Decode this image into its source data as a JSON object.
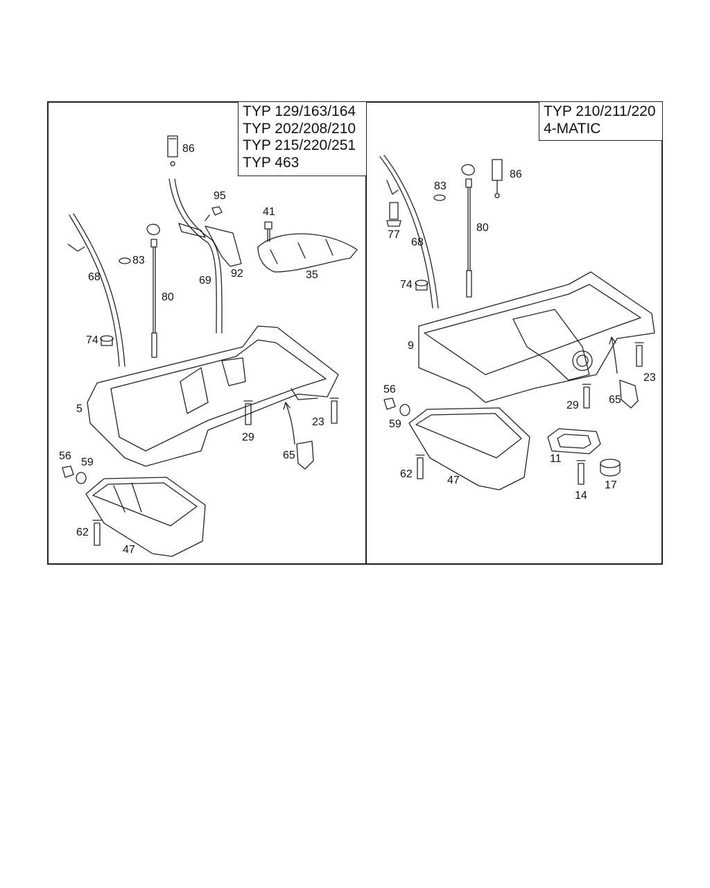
{
  "left_panel": {
    "typ_lines": [
      "TYP 129/163/164",
      "TYP 202/208/210",
      "TYP 215/220/251",
      "TYP 463"
    ],
    "callouts": [
      "86",
      "95",
      "41",
      "83",
      "68",
      "80",
      "69",
      "92",
      "35",
      "74",
      "5",
      "29",
      "23",
      "65",
      "56",
      "59",
      "62",
      "47"
    ]
  },
  "right_panel": {
    "typ_lines": [
      "TYP 210/211/220",
      "4-MATIC"
    ],
    "callouts": [
      "83",
      "86",
      "77",
      "68",
      "80",
      "74",
      "9",
      "56",
      "59",
      "29",
      "65",
      "23",
      "11",
      "62",
      "47",
      "14",
      "17"
    ]
  }
}
